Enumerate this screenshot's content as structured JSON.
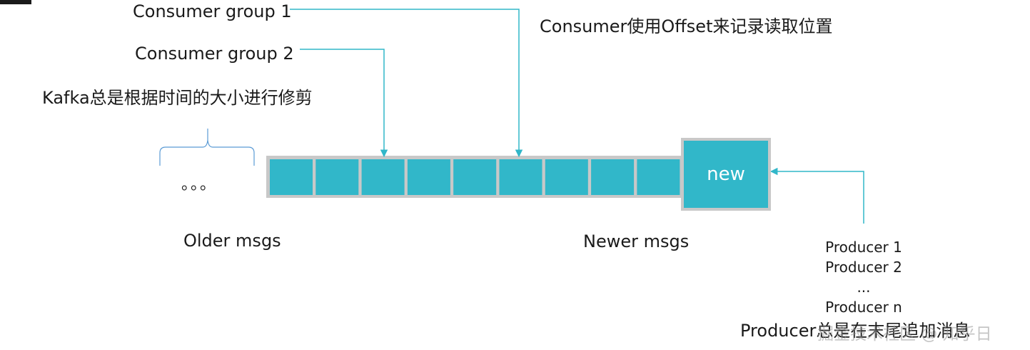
{
  "diagram": {
    "consumer_group_1": "Consumer group 1",
    "consumer_group_2": "Consumer group 2",
    "offset_note": "Consumer使用Offset来记录读取位置",
    "trim_note": "Kafka总是根据时间的大小进行修剪",
    "ellipsis": "。。。",
    "older_label": "Older msgs",
    "newer_label": "Newer msgs",
    "new_label": "new",
    "producers": [
      "Producer 1",
      "Producer 2",
      "...",
      "Producer n"
    ],
    "producer_note": "Producer总是在末尾追加消息",
    "watermark": "掘金技术社区 @ 知乎日"
  },
  "colors": {
    "cell_fill": "#31b7c9",
    "log_border": "#c8c8c8",
    "arrow": "#31b7c9",
    "brace": "#5b9bd5"
  },
  "log": {
    "cell_count": 9
  }
}
